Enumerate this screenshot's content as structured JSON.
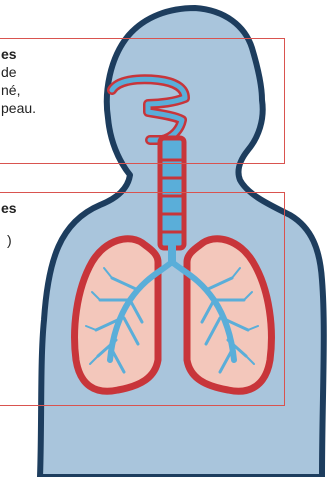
{
  "callouts": {
    "upper": {
      "title": "es",
      "lines": [
        "de",
        "né,",
        "peau."
      ]
    },
    "lower": {
      "title": "es",
      "lines": [
        ")"
      ]
    }
  },
  "colors": {
    "body_fill": "#a9c5dc",
    "body_outline": "#1d3d5e",
    "airway": "#5aaed9",
    "airway_outline": "#c8353a",
    "lung_fill": "#f3c7bb",
    "lung_outline": "#c8353a",
    "callout_border": "#d9534f"
  },
  "icons": [
    "human-torso-silhouette",
    "respiratory-tract",
    "lungs-icon",
    "bronchial-tree-icon"
  ]
}
